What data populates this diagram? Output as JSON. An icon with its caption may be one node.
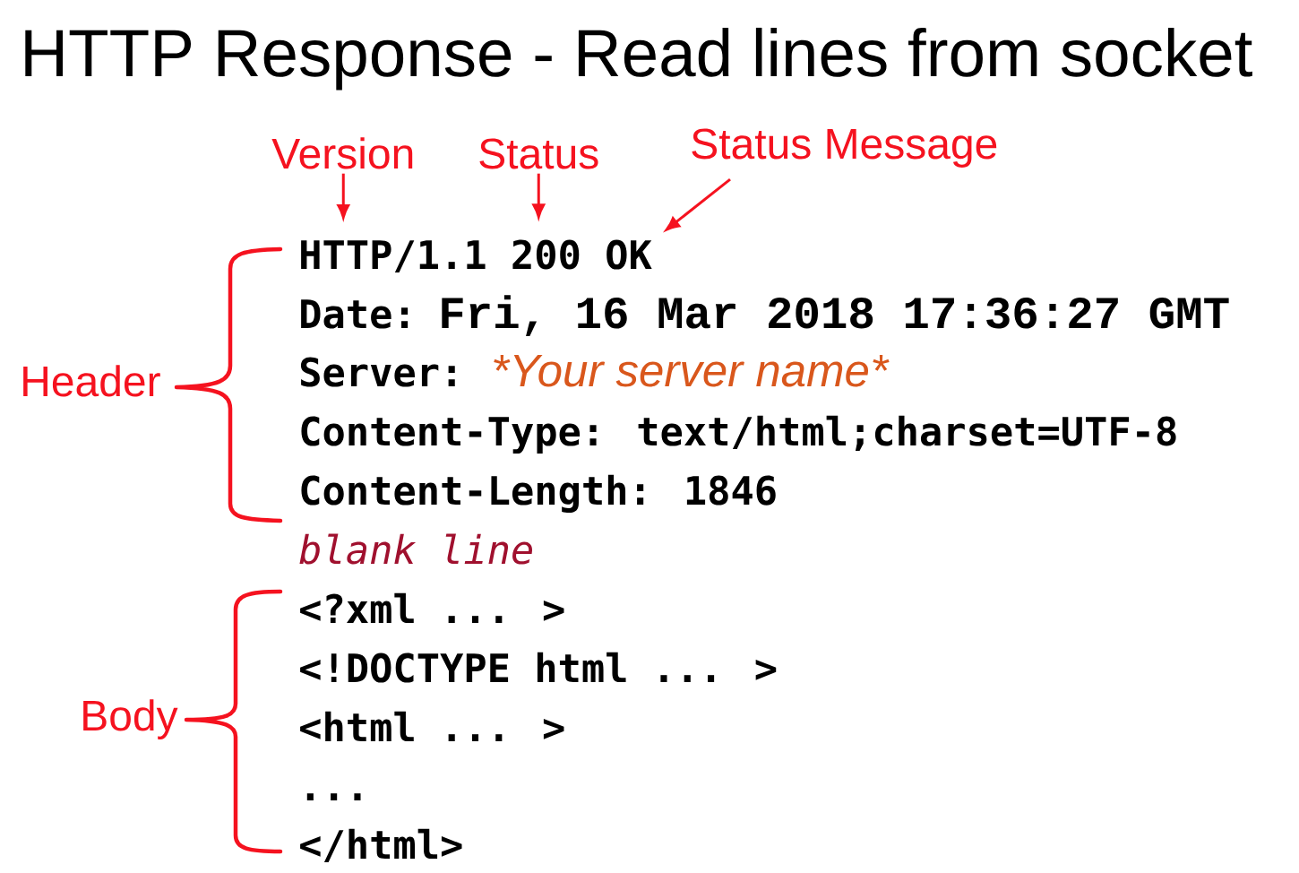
{
  "diagram": {
    "title": "HTTP Response - Read lines from socket",
    "nodes": [
      {
        "text": [
          "Version"
        ]
      },
      {
        "text": [
          "Status"
        ]
      },
      {
        "text": [
          "Status Message"
        ]
      },
      {
        "text": [
          "HTTP/1.1"
        ]
      },
      {
        "text": [
          "200"
        ]
      },
      {
        "text": [
          "OK"
        ]
      }
    ],
    "edges": [
      {
        "from": 0,
        "to": 3,
        "arrow": "to"
      },
      {
        "from": 1,
        "to": 4,
        "arrow": "to"
      },
      {
        "from": 2,
        "to": 5,
        "arrow": "to"
      }
    ],
    "labels": [
      "Date:",
      "Fri, 16 Mar 2018 17:36:27 GMT",
      "Header",
      "Server:",
      "*",
      "Your server name",
      "*",
      "Content-Type: text/html;charset=UTF-8",
      "Content-Length: 1846",
      "blank line",
      "<?xml ... >",
      "<!DOCTYPE html ... >",
      "Body",
      "<html ... >",
      "...",
      "</html>"
    ]
  }
}
